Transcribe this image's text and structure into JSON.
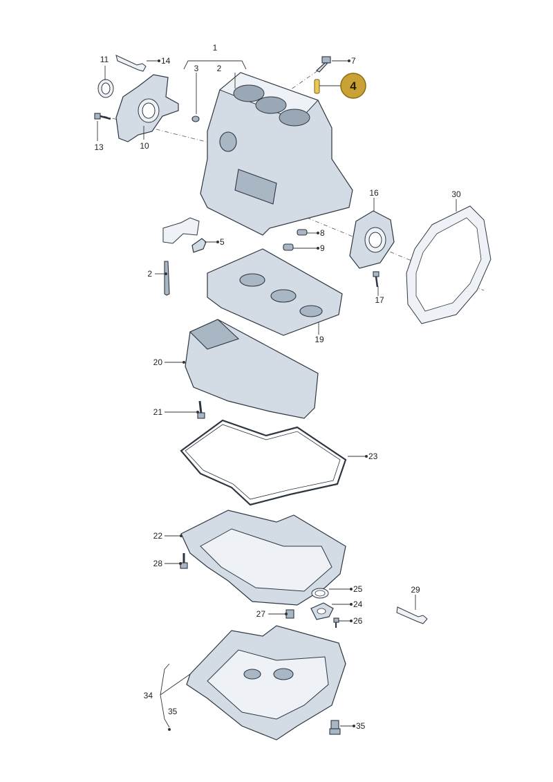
{
  "diagram": {
    "highlight_color": "#c9a236",
    "highlighted_part": "4",
    "labels": {
      "l1": "1",
      "l2a": "2",
      "l2b": "2",
      "l3": "3",
      "l4": "4",
      "l5": "5",
      "l7": "7",
      "l8": "8",
      "l9": "9",
      "l10": "10",
      "l11": "11",
      "l13": "13",
      "l14": "14",
      "l16": "16",
      "l17": "17",
      "l19": "19",
      "l20": "20",
      "l21": "21",
      "l22": "22",
      "l23": "23",
      "l24": "24",
      "l25": "25",
      "l26": "26",
      "l27": "27",
      "l28": "28",
      "l29": "29",
      "l30": "30",
      "l34": "34",
      "l35a": "35",
      "l35b": "35"
    }
  }
}
